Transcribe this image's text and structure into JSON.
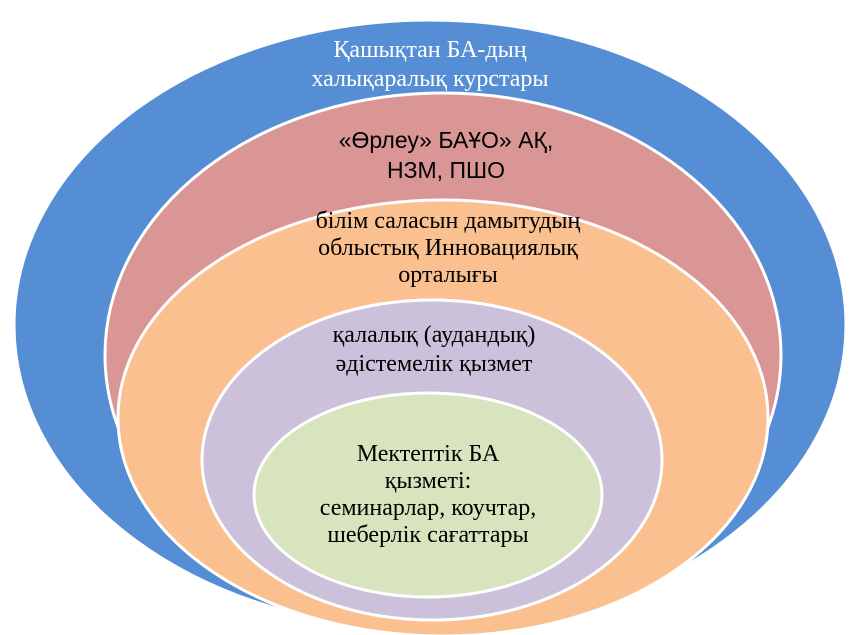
{
  "rings": [
    {
      "id": "international-courses",
      "lines": [
        "Қашықтан БА-дың",
        "халықаралық курстары"
      ],
      "fill": "#558ed5",
      "text_color": "#ffffff"
    },
    {
      "id": "orleu",
      "lines": [
        "«Өрлеу» БАҰО» АҚ,",
        "НЗМ, ПШО"
      ],
      "fill": "#d99694",
      "text_color": "#000000"
    },
    {
      "id": "regional-center",
      "lines": [
        "білім саласын дамытудың",
        "облыстық Инновациялық",
        "орталығы"
      ],
      "fill": "#fac090",
      "text_color": "#000000"
    },
    {
      "id": "city-methodical",
      "lines": [
        "қалалық (аудандық)",
        "әдістемелік қызмет"
      ],
      "fill": "#ccc1da",
      "text_color": "#000000"
    },
    {
      "id": "school-service",
      "lines": [
        "Мектептік БА",
        "қызметі:",
        "семинарлар, коучтар,",
        "шеберлік сағаттары"
      ],
      "fill": "#d7e4bd",
      "text_color": "#000000"
    }
  ]
}
